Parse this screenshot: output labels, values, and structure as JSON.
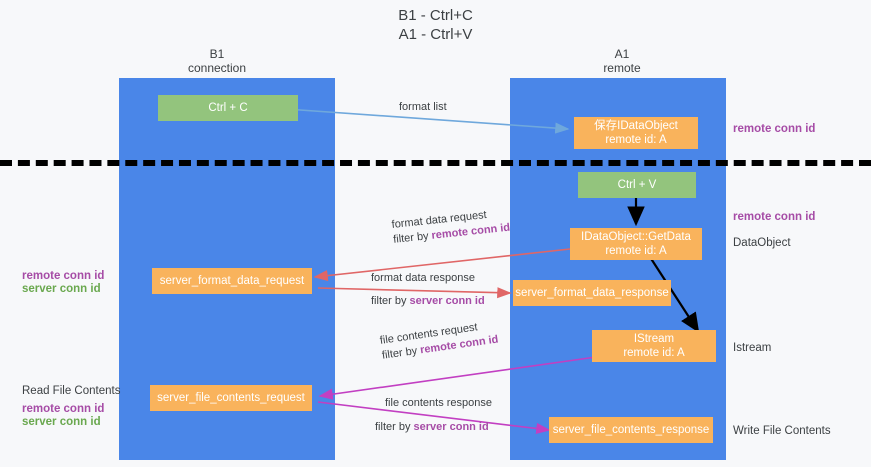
{
  "title": {
    "line1": "B1 - Ctrl+C",
    "line2": "A1 - Ctrl+V"
  },
  "columns": [
    {
      "name": "B1",
      "role": "connection"
    },
    {
      "name": "A1",
      "role": "remote"
    }
  ],
  "nodes": {
    "ctrl_c": {
      "label": "Ctrl + C"
    },
    "ctrl_v": {
      "label": "Ctrl + V"
    },
    "save_idataobject": {
      "line1": "保存IDataObject",
      "line2": "remote id: A"
    },
    "getdata": {
      "line1": "IDataObject::GetData",
      "line2": "remote id: A"
    },
    "istream": {
      "line1": "IStream",
      "line2": "remote id: A"
    },
    "server_format_data_request": {
      "label": "server_format_data_request"
    },
    "server_format_data_response": {
      "label": "server_format_data_response"
    },
    "server_file_contents_request": {
      "label": "server_file_contents_request"
    },
    "server_file_contents_response": {
      "label": "server_file_contents_response"
    }
  },
  "edges": {
    "format_list": {
      "line1": "format list",
      "line2": ""
    },
    "format_data_request": {
      "line1": "format data request",
      "prefix": "filter by ",
      "key": "remote conn id"
    },
    "format_data_response": {
      "line1": "format data response",
      "prefix": "filter by ",
      "key": "server conn id"
    },
    "file_contents_request": {
      "line1": "file contents request",
      "prefix": "filter by ",
      "key": "remote conn id"
    },
    "file_contents_response": {
      "line1": "file contents response",
      "prefix": "filter by ",
      "key": "server conn id"
    }
  },
  "annotations": {
    "right_remote_conn_id_top": "remote conn id",
    "right_remote_conn_id_mid": "remote conn id",
    "right_dataobject": "DataObject",
    "right_istream": "Istream",
    "right_write_file_contents": "Write File Contents",
    "left_remote_conn_id_mid": "remote conn id",
    "left_server_conn_id_mid": "server conn id",
    "left_read_file_contents": "Read File Contents",
    "left_remote_conn_id_bot": "remote conn id",
    "left_server_conn_id_bot": "server conn id"
  },
  "colors": {
    "lane": "#4a86e8",
    "node_green": "#93c47d",
    "node_orange": "#f9b35c",
    "purple": "#a64ca6",
    "green": "#6aa84f",
    "arrow_blue": "#6fa8dc",
    "arrow_red": "#e06666",
    "arrow_magenta": "#c23fc2",
    "arrow_black": "#000000",
    "divider": "#000000"
  }
}
